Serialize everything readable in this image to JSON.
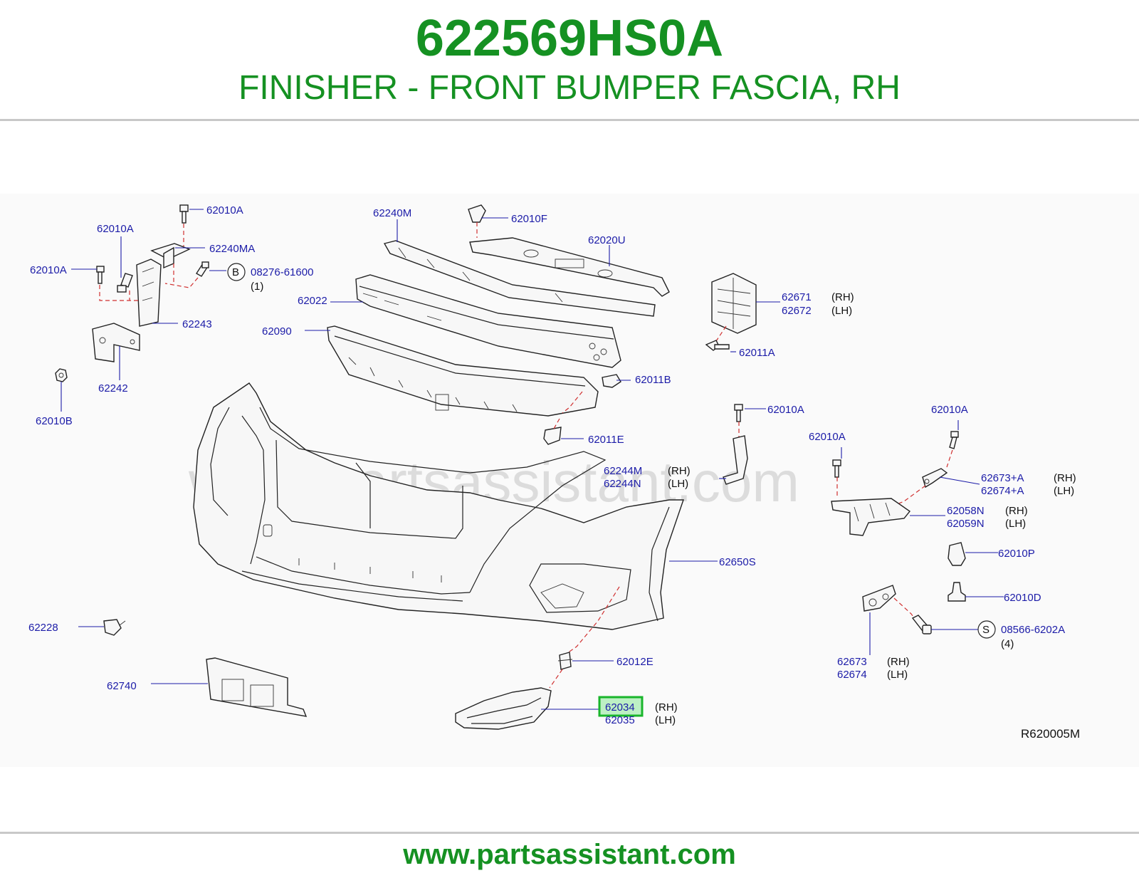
{
  "header": {
    "part_number": "622569HS0A",
    "description": "FINISHER - FRONT BUMPER FASCIA, RH"
  },
  "footer": {
    "url": "www.partsassistant.com"
  },
  "diagram": {
    "watermark": "www.partsassistant.com",
    "reference_code": "R620005M",
    "highlighted_part": "62034",
    "labels": {
      "62010A_top": "62010A",
      "62240MA": "62240MA",
      "62010A_left_a": "62010A",
      "62010A_left_b": "62010A",
      "B_code": "08276-61600",
      "B_marker": "B",
      "B_qty": "(1)",
      "62243": "62243",
      "62242": "62242",
      "62010B": "62010B",
      "62240M": "62240M",
      "62010F": "62010F",
      "62020U": "62020U",
      "62022": "62022",
      "62090": "62090",
      "62011B": "62011B",
      "62011E": "62011E",
      "62671": "62671",
      "62672": "62672",
      "62011A": "62011A",
      "62010A_mid": "62010A",
      "62010A_right": "62010A",
      "62010A_right2": "62010A",
      "62244M": "62244M",
      "62244N": "62244N",
      "62673A": "62673+A",
      "62674A": "62674+A",
      "62058N": "62058N",
      "62059N": "62059N",
      "62650S": "62650S",
      "62010P": "62010P",
      "62010D": "62010D",
      "S_code": "08566-6202A",
      "S_marker": "S",
      "S_qty": "(4)",
      "62673": "62673",
      "62674": "62674",
      "62228": "62228",
      "62012E": "62012E",
      "62740": "62740",
      "62034": "62034",
      "62035": "62035"
    },
    "sides": {
      "rh": "(RH)",
      "lh": "(LH)"
    }
  }
}
